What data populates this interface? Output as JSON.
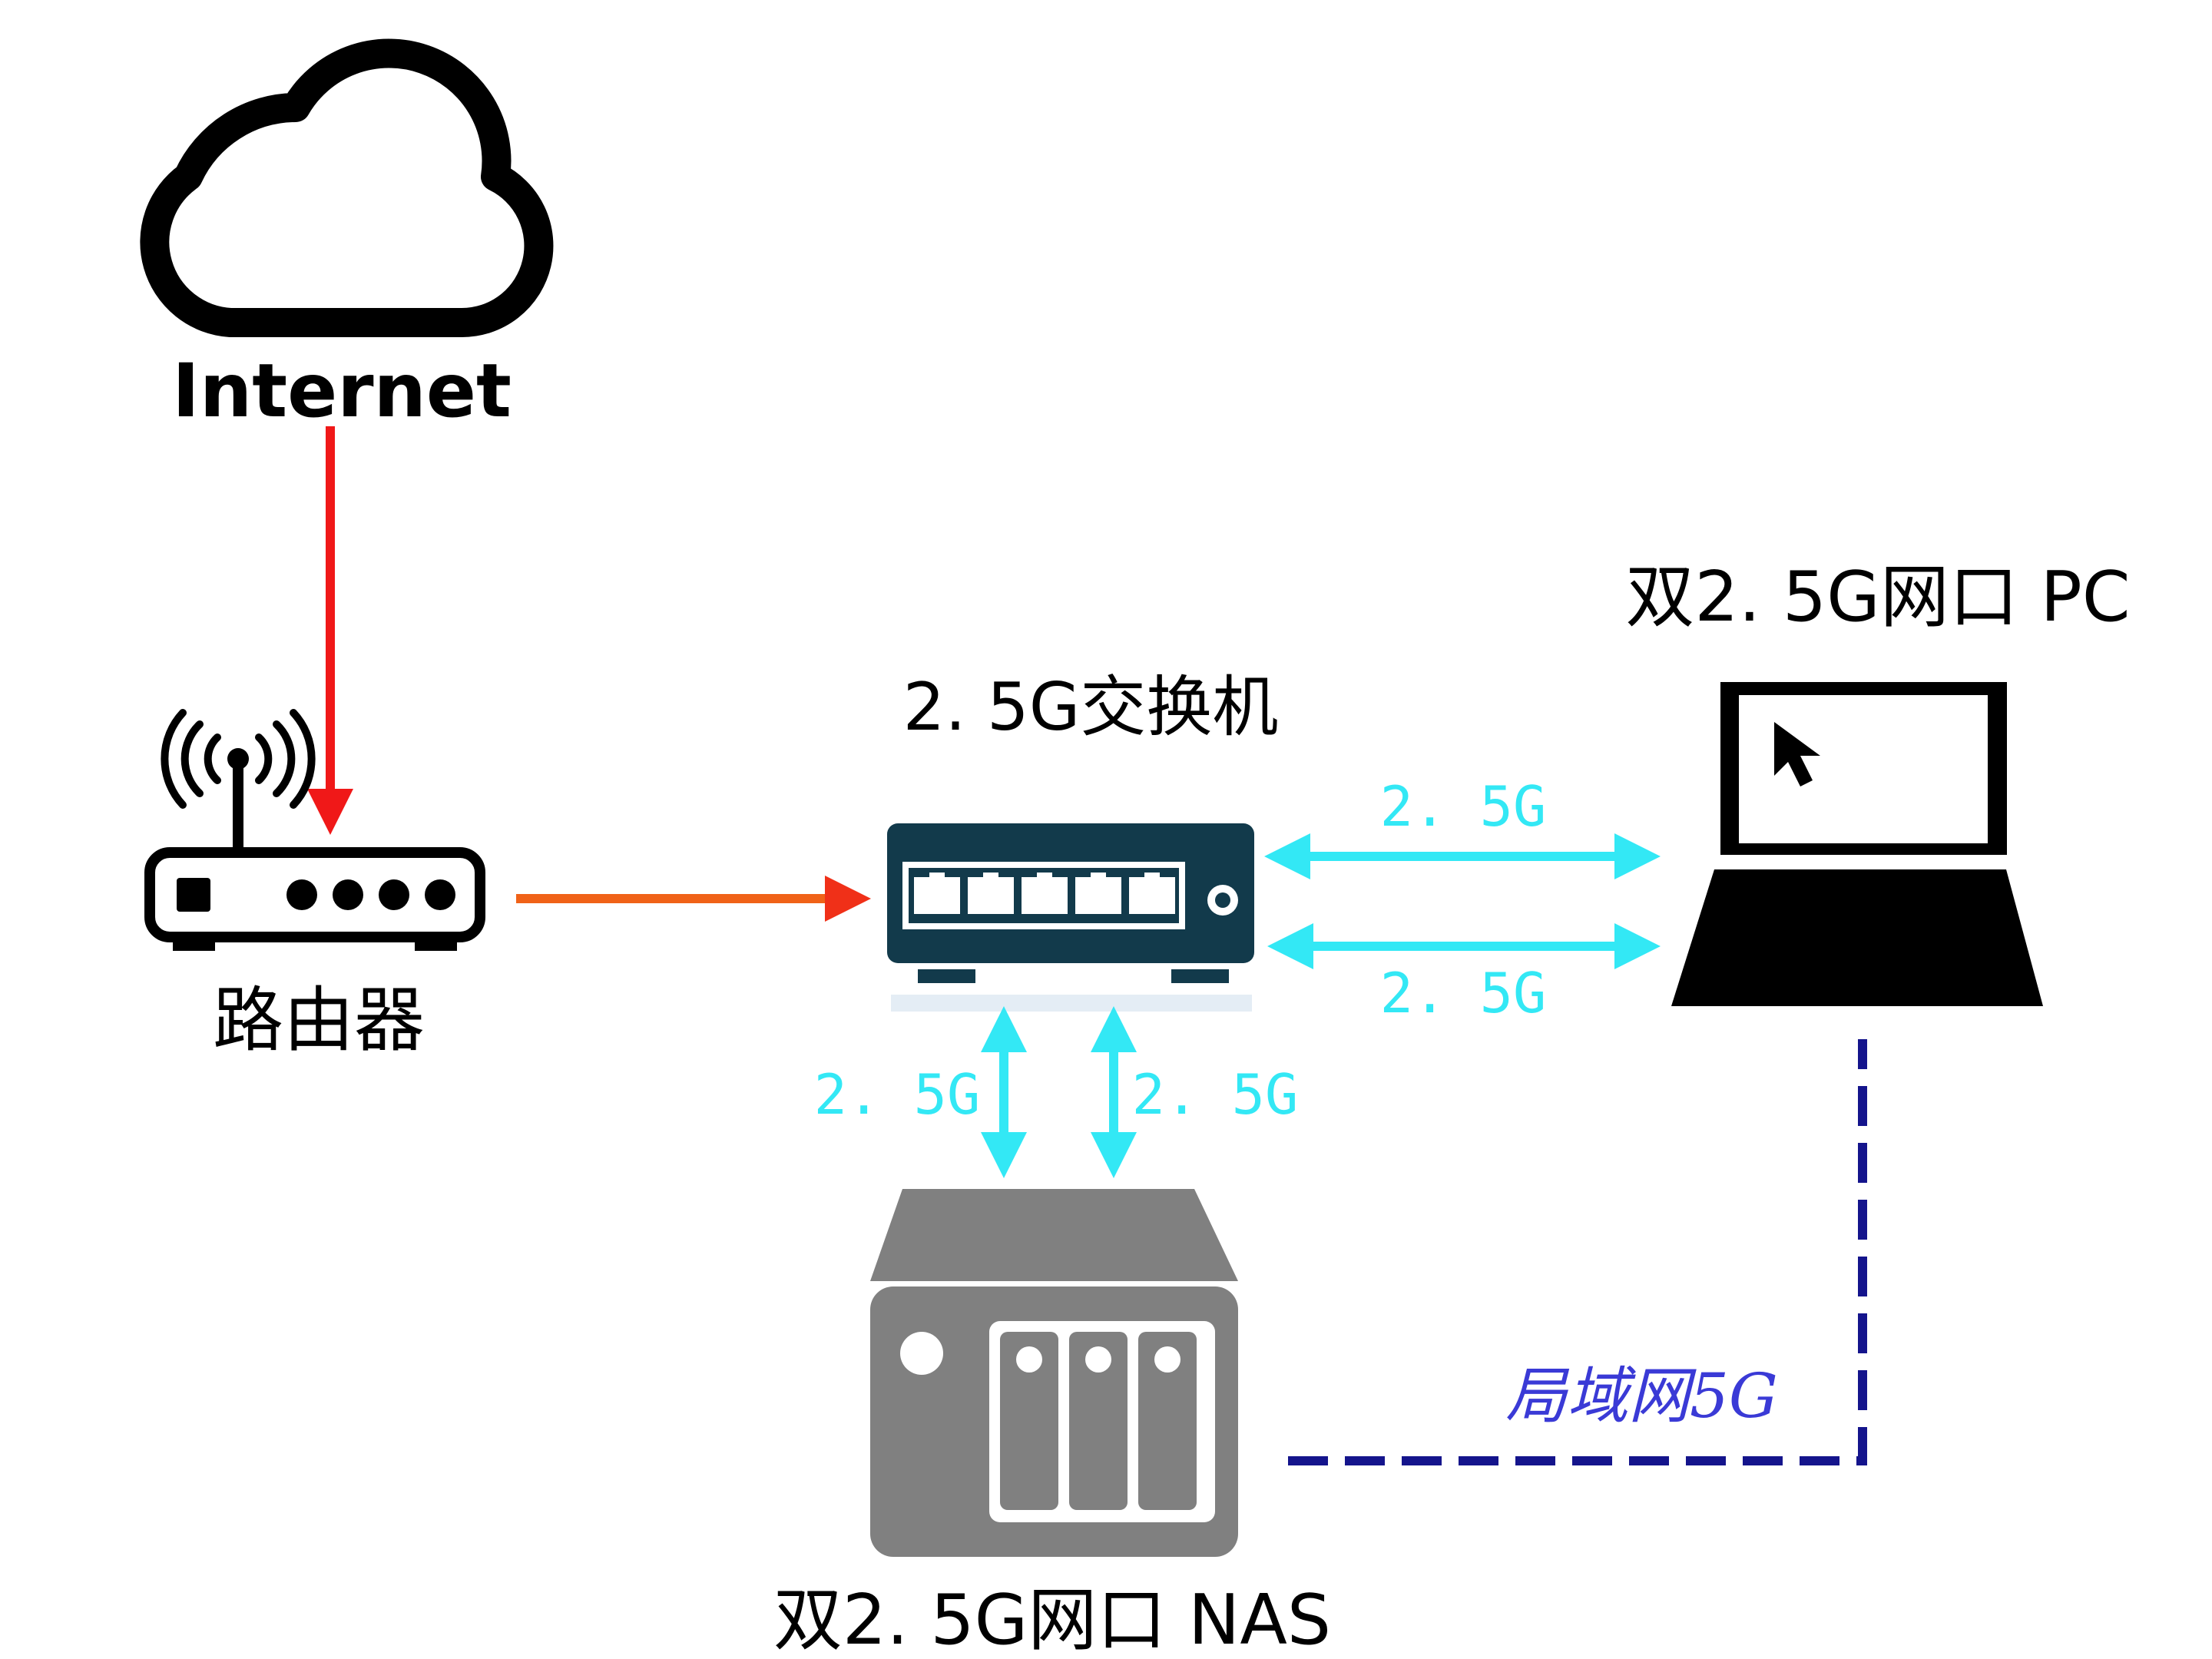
{
  "labels": {
    "internet": "Internet",
    "router": "路由器",
    "switch": "2. 5G交换机",
    "pc": "双2. 5G网口 PC",
    "nas": "双2. 5G网口 NAS",
    "lan": "局域网5G"
  },
  "links": {
    "pc_upper": "2. 5G",
    "pc_lower": "2. 5G",
    "nas_left": "2. 5G",
    "nas_right": "2. 5G"
  },
  "colors": {
    "internet_link": "#f01818",
    "router_link": "#f06218",
    "speed_link": "#33e8f5",
    "lan_link": "#14148c",
    "switch_body": "#123a4b",
    "nas_body": "#808080"
  }
}
